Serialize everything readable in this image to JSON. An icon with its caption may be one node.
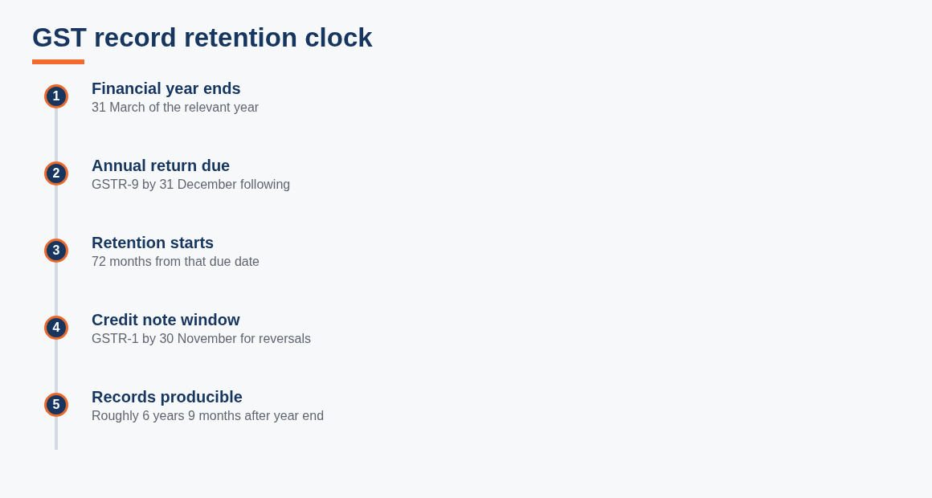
{
  "diagram": {
    "title": "GST record retention clock",
    "nodes": [
      {
        "text": [
          "1"
        ],
        "beside": [
          "Financial year ends",
          "31 March of the relevant year"
        ]
      },
      {
        "text": [
          "2"
        ],
        "beside": [
          "Annual return due",
          "GSTR-9 by 31 December following"
        ]
      },
      {
        "text": [
          "3"
        ],
        "beside": [
          "Retention starts",
          "72 months from that due date"
        ]
      },
      {
        "text": [
          "4"
        ],
        "beside": [
          "Credit note window",
          "GSTR-1 by 30 November for reversals"
        ]
      },
      {
        "text": [
          "5"
        ],
        "beside": [
          "Records producible",
          "Roughly 6 years 9 months after year end"
        ]
      }
    ],
    "edges": [
      {
        "from": 0,
        "to": 1,
        "arrow": "none"
      },
      {
        "from": 1,
        "to": 2,
        "arrow": "none"
      },
      {
        "from": 2,
        "to": 3,
        "arrow": "none"
      },
      {
        "from": 3,
        "to": 4,
        "arrow": "none"
      },
      {
        "from": 4,
        "to": null,
        "arrow": "none"
      }
    ]
  }
}
